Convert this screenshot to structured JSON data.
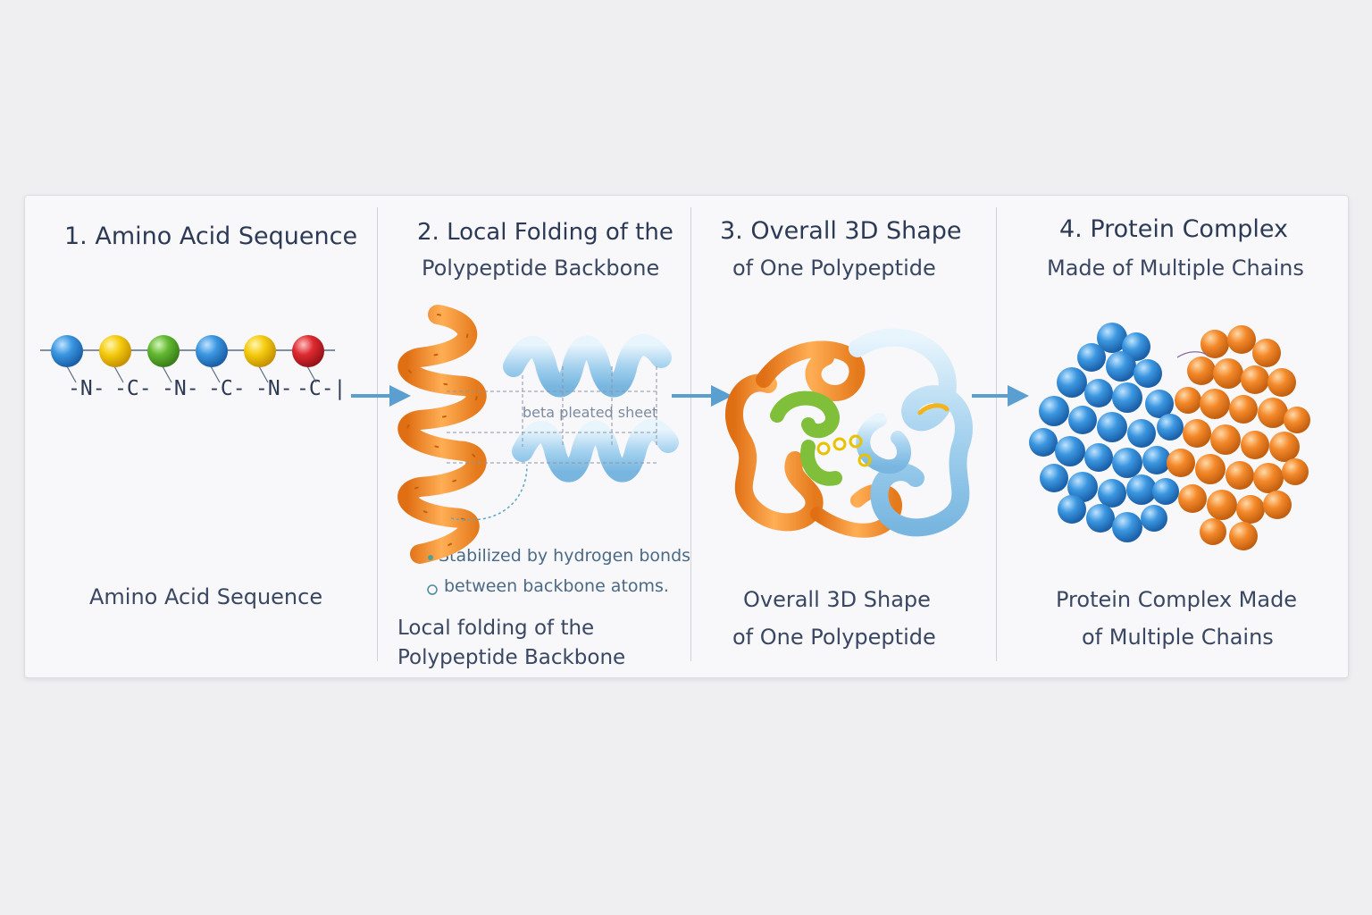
{
  "panels": [
    {
      "title": "1. Amino Acid Sequence",
      "caption": "Amino Acid Sequence",
      "chain": [
        "-N-",
        "-C-",
        "-N-",
        "-C-",
        "-N-",
        "-C-|"
      ]
    },
    {
      "title_line1": "2. Local Folding of the",
      "title_line2": "Polypeptide Backbone",
      "sheet_label": "beta pleated sheet",
      "note_line1": "Stabilized by hydrogen bonds",
      "note_line2": "between backbone atoms.",
      "caption_line1": "Local folding of the",
      "caption_line2": "Polypeptide Backbone"
    },
    {
      "title_line1": "3. Overall 3D Shape",
      "title_line2": "of One Polypeptide",
      "caption_line1": "Overall 3D Shape",
      "caption_line2": "of One Polypeptide"
    },
    {
      "title_line1": "4. Protein Complex",
      "title_line2": "Made of Multiple Chains",
      "caption_line1": "Protein Complex Made",
      "caption_line2": "of Multiple Chains"
    }
  ],
  "colors": {
    "arrow": "#5a9fd0",
    "bead_blue": "#2f8fd8",
    "bead_yellow": "#f2c400",
    "bead_green": "#5cb22e",
    "bead_red": "#d9262c",
    "helix_orange": "#f08a2a",
    "ribbon_blue": "#a9d4ee",
    "chain_blue": "#2e86d6"
  }
}
